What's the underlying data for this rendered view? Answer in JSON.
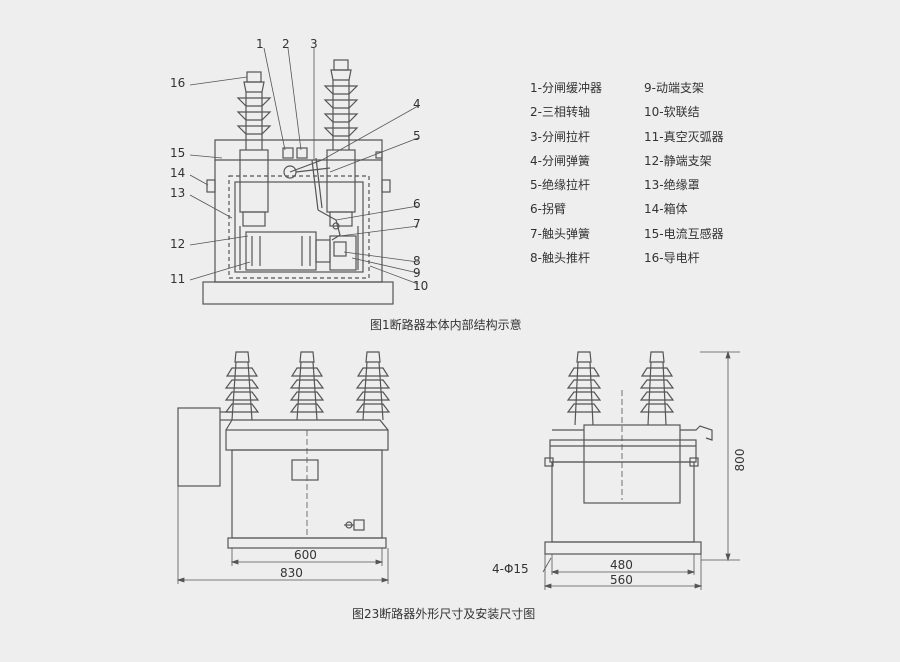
{
  "figure1": {
    "caption": "图1断路器本体内部结构示意",
    "callouts": [
      "1",
      "2",
      "3",
      "4",
      "5",
      "6",
      "7",
      "8",
      "9",
      "10",
      "11",
      "12",
      "13",
      "14",
      "15",
      "16"
    ],
    "legend_left": [
      "1-分闸缓冲器",
      "2-三相转轴",
      "3-分闸拉杆",
      "4-分闸弹簧",
      "5-绝缘拉杆",
      "6-拐臂",
      "7-触头弹簧",
      "8-触头推杆"
    ],
    "legend_right": [
      "9-动端支架",
      "10-软联结",
      "11-真空灭弧器",
      "12-静端支架",
      "13-绝缘罩",
      "14-箱体",
      "15-电流互感器",
      "16-导电杆"
    ]
  },
  "figure23": {
    "caption": "图23断路器外形尺寸及安装尺寸图",
    "front_dims": [
      "600",
      "830"
    ],
    "side_dims": [
      "800",
      "480",
      "560",
      "4-Φ15"
    ]
  }
}
